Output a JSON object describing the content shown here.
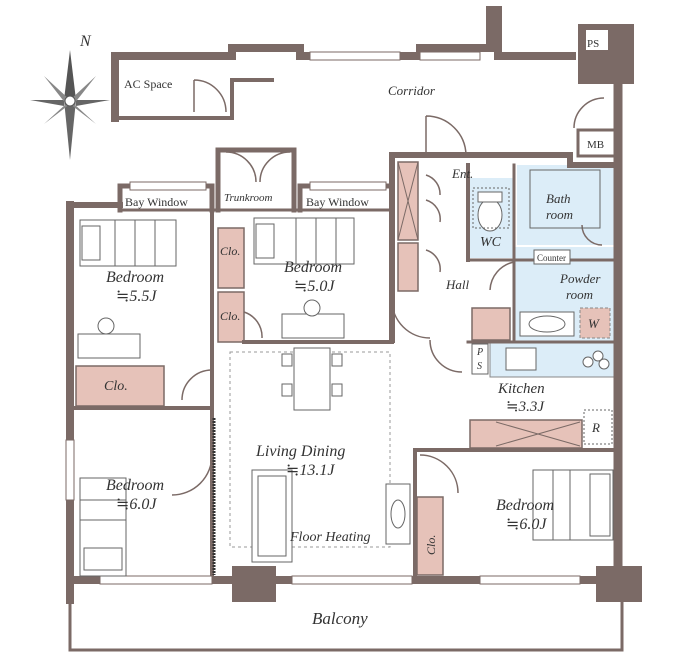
{
  "labels": {
    "compass_n": "N",
    "ac_space": "AC Space",
    "corridor": "Corridor",
    "ps_top": "PS",
    "mb": "MB",
    "ent": "Ent.",
    "bath_room_1": "Bath",
    "bath_room_2": "room",
    "counter": "Counter",
    "wc": "WC",
    "powder_room_1": "Powder",
    "powder_room_2": "room",
    "w": "W",
    "hall": "Hall",
    "ps_kitchen_1": "P",
    "ps_kitchen_2": "S",
    "kitchen": "Kitchen",
    "kitchen_size": "≒3.3J",
    "r": "R",
    "bay_window_left": "Bay Window",
    "trunkroom": "Trunkroom",
    "bay_window_mid": "Bay Window",
    "bedroom_nw": "Bedroom",
    "bedroom_nw_size": "≒5.5J",
    "bedroom_n": "Bedroom",
    "bedroom_n_size": "≒5.0J",
    "clo_1": "Clo.",
    "clo_2": "Clo.",
    "clo_3": "Clo.",
    "clo_4": "Clo.",
    "living_dining": "Living Dining",
    "living_dining_size": "≒13.1J",
    "floor_heating": "Floor Heating",
    "bedroom_sw": "Bedroom",
    "bedroom_sw_size": "≒6.0J",
    "bedroom_se": "Bedroom",
    "bedroom_se_size": "≒6.0J",
    "balcony": "Balcony"
  },
  "colors": {
    "wall": "#7b6a66",
    "closet_fill": "#e6c2b9",
    "wet_area_fill": "#dcedf8",
    "text": "#333333",
    "fixture": "#666666"
  }
}
